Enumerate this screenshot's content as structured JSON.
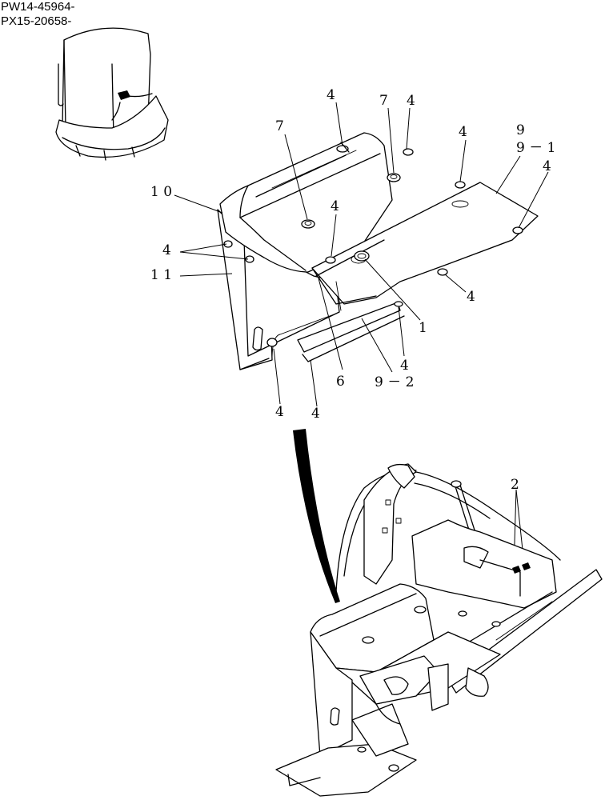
{
  "header": {
    "serial_ranges": [
      "PW14-45964-",
      "PX15-20658-"
    ]
  },
  "callouts": {
    "c1": "1",
    "c2": "2",
    "c4": "4",
    "c6": "6",
    "c7": "7",
    "c9": "9",
    "c9_1": "9 － 1",
    "c9_2": "9 － 2",
    "c10": "1 0",
    "c11": "1 1"
  }
}
